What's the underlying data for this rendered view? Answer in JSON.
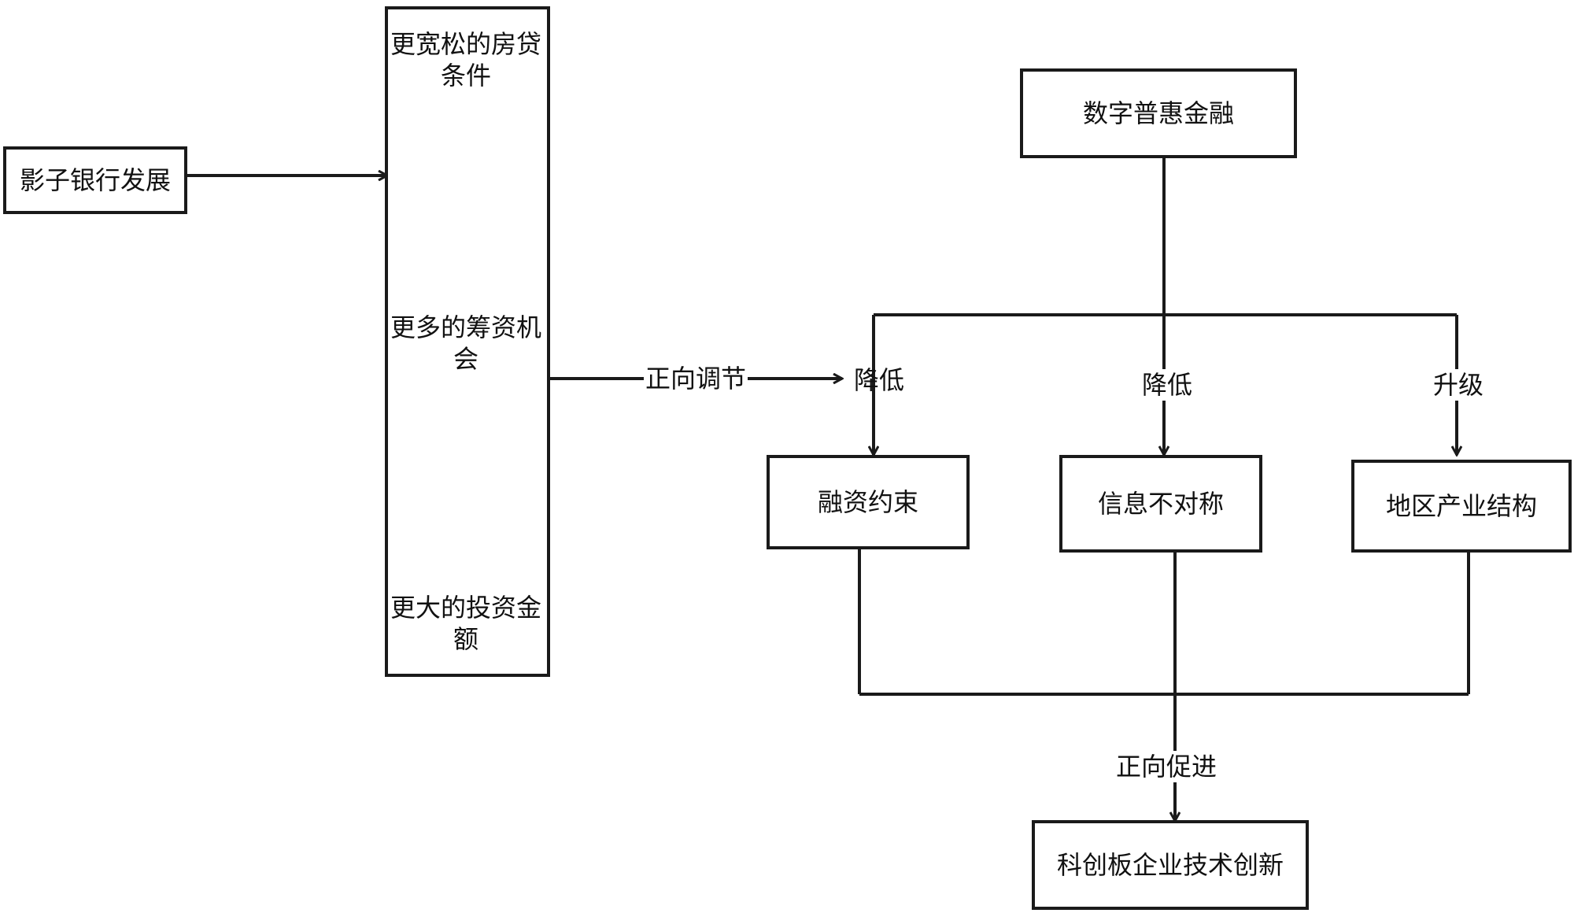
{
  "nodes": {
    "shadow_banking": "影子银行发展",
    "loose_mortgage": "更宽松的房贷条件",
    "more_financing": "更多的筹资机会",
    "larger_investment": "更大的投资金额",
    "digital_finance": "数字普惠金融",
    "financing_constraint": "融资约束",
    "info_asymmetry": "信息不对称",
    "industrial_structure": "地区产业结构",
    "star_market_innovation": "科创板企业技术创新"
  },
  "edges": {
    "positive_moderation": "正向调节",
    "reduce_1": "降低",
    "reduce_2": "降低",
    "upgrade": "升级",
    "positive_promotion": "正向促进"
  }
}
